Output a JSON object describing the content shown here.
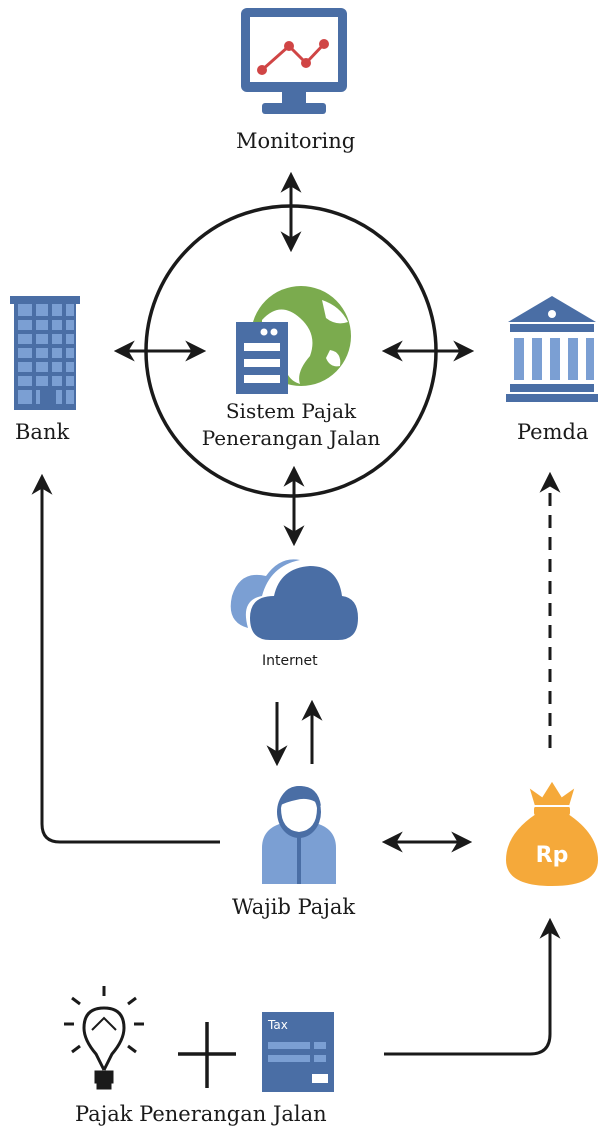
{
  "nodes": {
    "monitoring": "Monitoring",
    "system_line1": "Sistem Pajak",
    "system_line2": "Penerangan Jalan",
    "bank": "Bank",
    "pemda": "Pemda",
    "internet": "Internet",
    "taxpayer": "Wajib Pajak",
    "tax_form_label": "Tax",
    "money_bag_label": "Rp",
    "footer": "Pajak Penerangan Jalan"
  },
  "colors": {
    "primary_blue": "#4a6ea5",
    "light_blue": "#7b9fd3",
    "globe_green": "#7bab4e",
    "chart_red": "#d04545",
    "money_orange": "#f5a93a",
    "crown_orange": "#f5a93a",
    "line_black": "#1a1a1a"
  },
  "icons": [
    "monitor-chart-icon",
    "server-globe-icon",
    "bank-building-icon",
    "government-building-icon",
    "cloud-icon",
    "user-icon",
    "money-bag-icon",
    "lightbulb-icon",
    "plus-icon",
    "tax-form-icon"
  ]
}
